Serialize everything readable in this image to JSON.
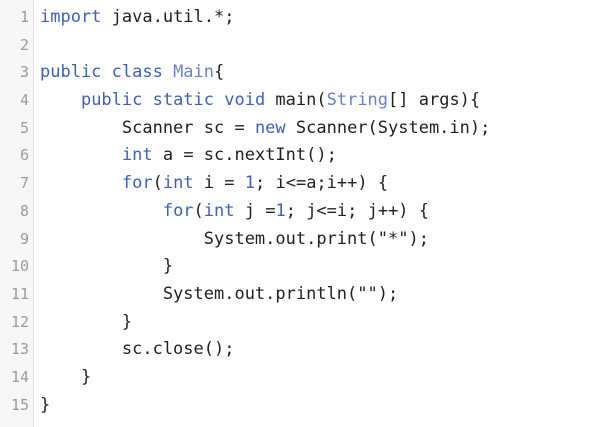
{
  "editor": {
    "colors": {
      "keyword": "#3a5fc8",
      "type": "#6b7fd0",
      "plain": "#1f1f1f",
      "line_number": "#9a9a9a",
      "gutter": "#f7f7f7"
    },
    "lines": [
      {
        "num": "1",
        "tokens": [
          {
            "t": "import",
            "c": "kw"
          },
          {
            "t": " java.util.*;",
            "c": "pl"
          }
        ]
      },
      {
        "num": "2",
        "tokens": []
      },
      {
        "num": "3",
        "tokens": [
          {
            "t": "public class ",
            "c": "kw"
          },
          {
            "t": "Main",
            "c": "ty"
          },
          {
            "t": "{",
            "c": "pl"
          }
        ]
      },
      {
        "num": "4",
        "tokens": [
          {
            "t": "    ",
            "c": "pl"
          },
          {
            "t": "public static void",
            "c": "kw"
          },
          {
            "t": " main(",
            "c": "pl"
          },
          {
            "t": "String",
            "c": "ty"
          },
          {
            "t": "[] args){",
            "c": "pl"
          }
        ]
      },
      {
        "num": "5",
        "tokens": [
          {
            "t": "        Scanner sc = ",
            "c": "pl"
          },
          {
            "t": "new",
            "c": "kw"
          },
          {
            "t": " Scanner(System.in);",
            "c": "pl"
          }
        ]
      },
      {
        "num": "6",
        "tokens": [
          {
            "t": "        ",
            "c": "pl"
          },
          {
            "t": "int",
            "c": "kw"
          },
          {
            "t": " a = sc.nextInt();",
            "c": "pl"
          }
        ]
      },
      {
        "num": "7",
        "tokens": [
          {
            "t": "        ",
            "c": "pl"
          },
          {
            "t": "for",
            "c": "kw"
          },
          {
            "t": "(",
            "c": "pl"
          },
          {
            "t": "int",
            "c": "kw"
          },
          {
            "t": " i = ",
            "c": "pl"
          },
          {
            "t": "1",
            "c": "kw"
          },
          {
            "t": "; i<=a;i++) {",
            "c": "pl"
          }
        ]
      },
      {
        "num": "8",
        "tokens": [
          {
            "t": "            ",
            "c": "pl"
          },
          {
            "t": "for",
            "c": "kw"
          },
          {
            "t": "(",
            "c": "pl"
          },
          {
            "t": "int",
            "c": "kw"
          },
          {
            "t": " j =",
            "c": "pl"
          },
          {
            "t": "1",
            "c": "kw"
          },
          {
            "t": "; j<=i; j++) {",
            "c": "pl"
          }
        ]
      },
      {
        "num": "9",
        "tokens": [
          {
            "t": "                System.out.print(\"*\");",
            "c": "pl"
          }
        ]
      },
      {
        "num": "10",
        "tokens": [
          {
            "t": "            }",
            "c": "pl"
          }
        ]
      },
      {
        "num": "11",
        "tokens": [
          {
            "t": "            System.out.println(\"\");",
            "c": "pl"
          }
        ]
      },
      {
        "num": "12",
        "tokens": [
          {
            "t": "        }",
            "c": "pl"
          }
        ]
      },
      {
        "num": "13",
        "tokens": [
          {
            "t": "        sc.close();",
            "c": "pl"
          }
        ]
      },
      {
        "num": "14",
        "tokens": [
          {
            "t": "    }",
            "c": "pl"
          }
        ]
      },
      {
        "num": "15",
        "tokens": [
          {
            "t": "}",
            "c": "pl"
          }
        ]
      }
    ]
  }
}
